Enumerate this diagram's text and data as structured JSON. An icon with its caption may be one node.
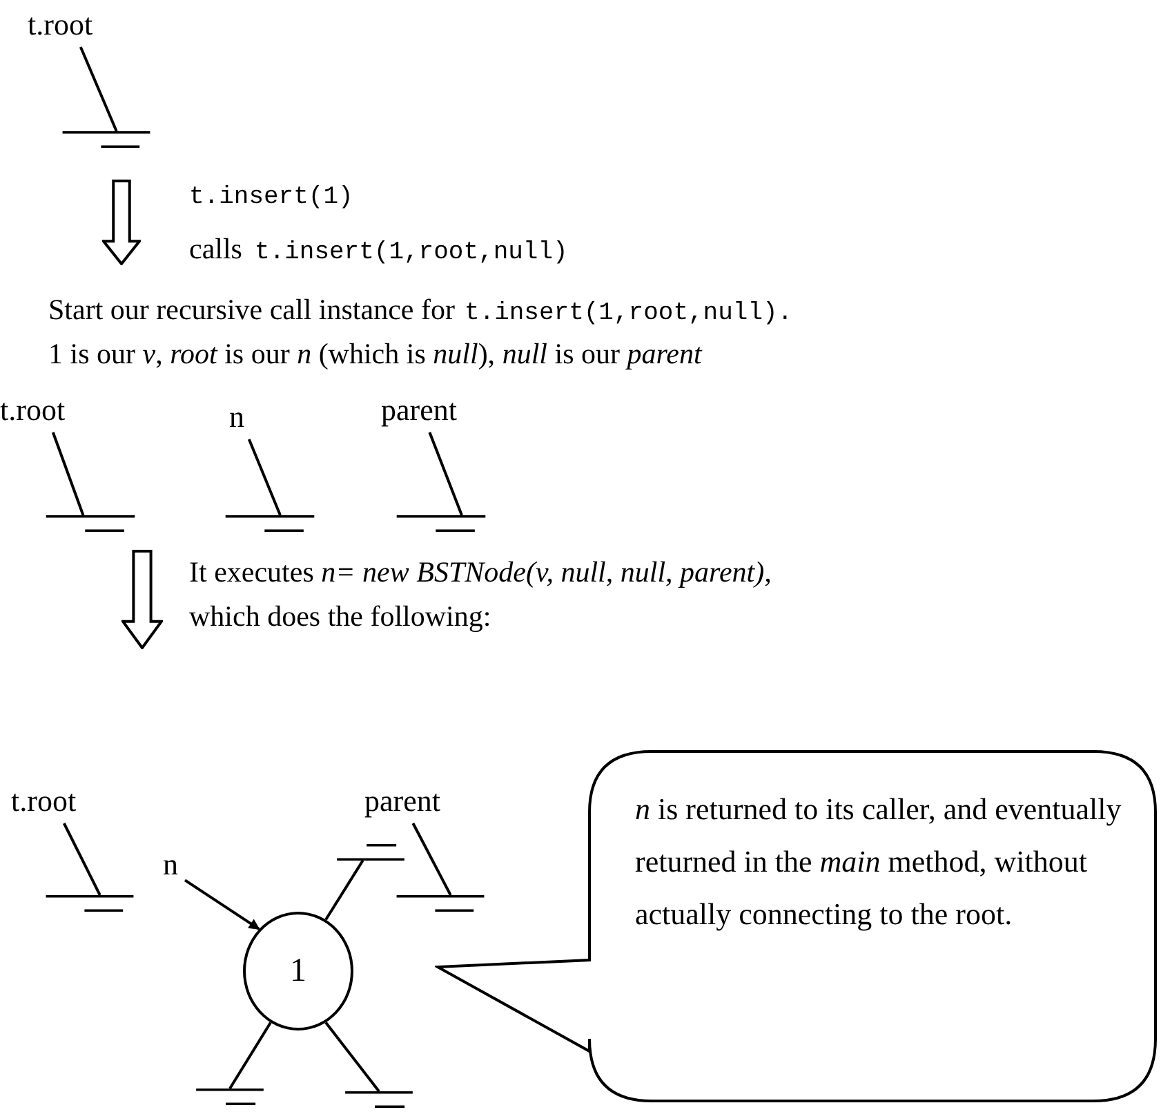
{
  "diagram": {
    "nodes": [
      {
        "text": [
          "t.root"
        ]
      },
      {
        "text": [],
        "shape": "bar"
      },
      {
        "text": [
          "t.root"
        ]
      },
      {
        "text": [],
        "shape": "bar"
      },
      {
        "text": [
          "n"
        ]
      },
      {
        "text": [],
        "shape": "bar"
      },
      {
        "text": [
          "parent"
        ]
      },
      {
        "text": [],
        "shape": "bar"
      },
      {
        "text": [
          "t.root"
        ]
      },
      {
        "text": [],
        "shape": "bar"
      },
      {
        "text": [
          "parent"
        ]
      },
      {
        "text": [],
        "shape": "bar"
      },
      {
        "text": [
          "n"
        ]
      },
      {
        "text": [
          "1"
        ]
      },
      {
        "text": [],
        "shape": "bar"
      },
      {
        "text": [],
        "shape": "bar"
      },
      {
        "text": [],
        "shape": "bar"
      },
      {
        "text": [
          "*n* is returned to its caller, and eventually returned in the *main* method, without actually connecting to the root."
        ]
      }
    ],
    "edges": [
      {
        "from": 0,
        "to": 1,
        "arrow": "none"
      },
      {
        "from": 2,
        "to": 3,
        "arrow": "none"
      },
      {
        "from": 4,
        "to": 5,
        "arrow": "none"
      },
      {
        "from": 6,
        "to": 7,
        "arrow": "none"
      },
      {
        "from": 8,
        "to": 9,
        "arrow": "none"
      },
      {
        "from": 10,
        "to": 11,
        "arrow": "none"
      },
      {
        "from": 12,
        "to": 13,
        "arrow": "to"
      },
      {
        "from": 13,
        "to": 14,
        "arrow": "none"
      },
      {
        "from": 13,
        "to": 15,
        "arrow": "none"
      },
      {
        "from": 13,
        "to": 16,
        "arrow": "none"
      }
    ],
    "labels": [
      "t.insert(1)",
      "calls",
      "t.insert(1,root,null)",
      "Start our recursive call instance for",
      "t.insert(1,root,null).",
      "1 is our *v*, *root* is our *n* (which is *null*), *null* is our *parent*",
      "It executes *n= new BSTNode(v, null, null, parent),* which does the following:"
    ]
  }
}
